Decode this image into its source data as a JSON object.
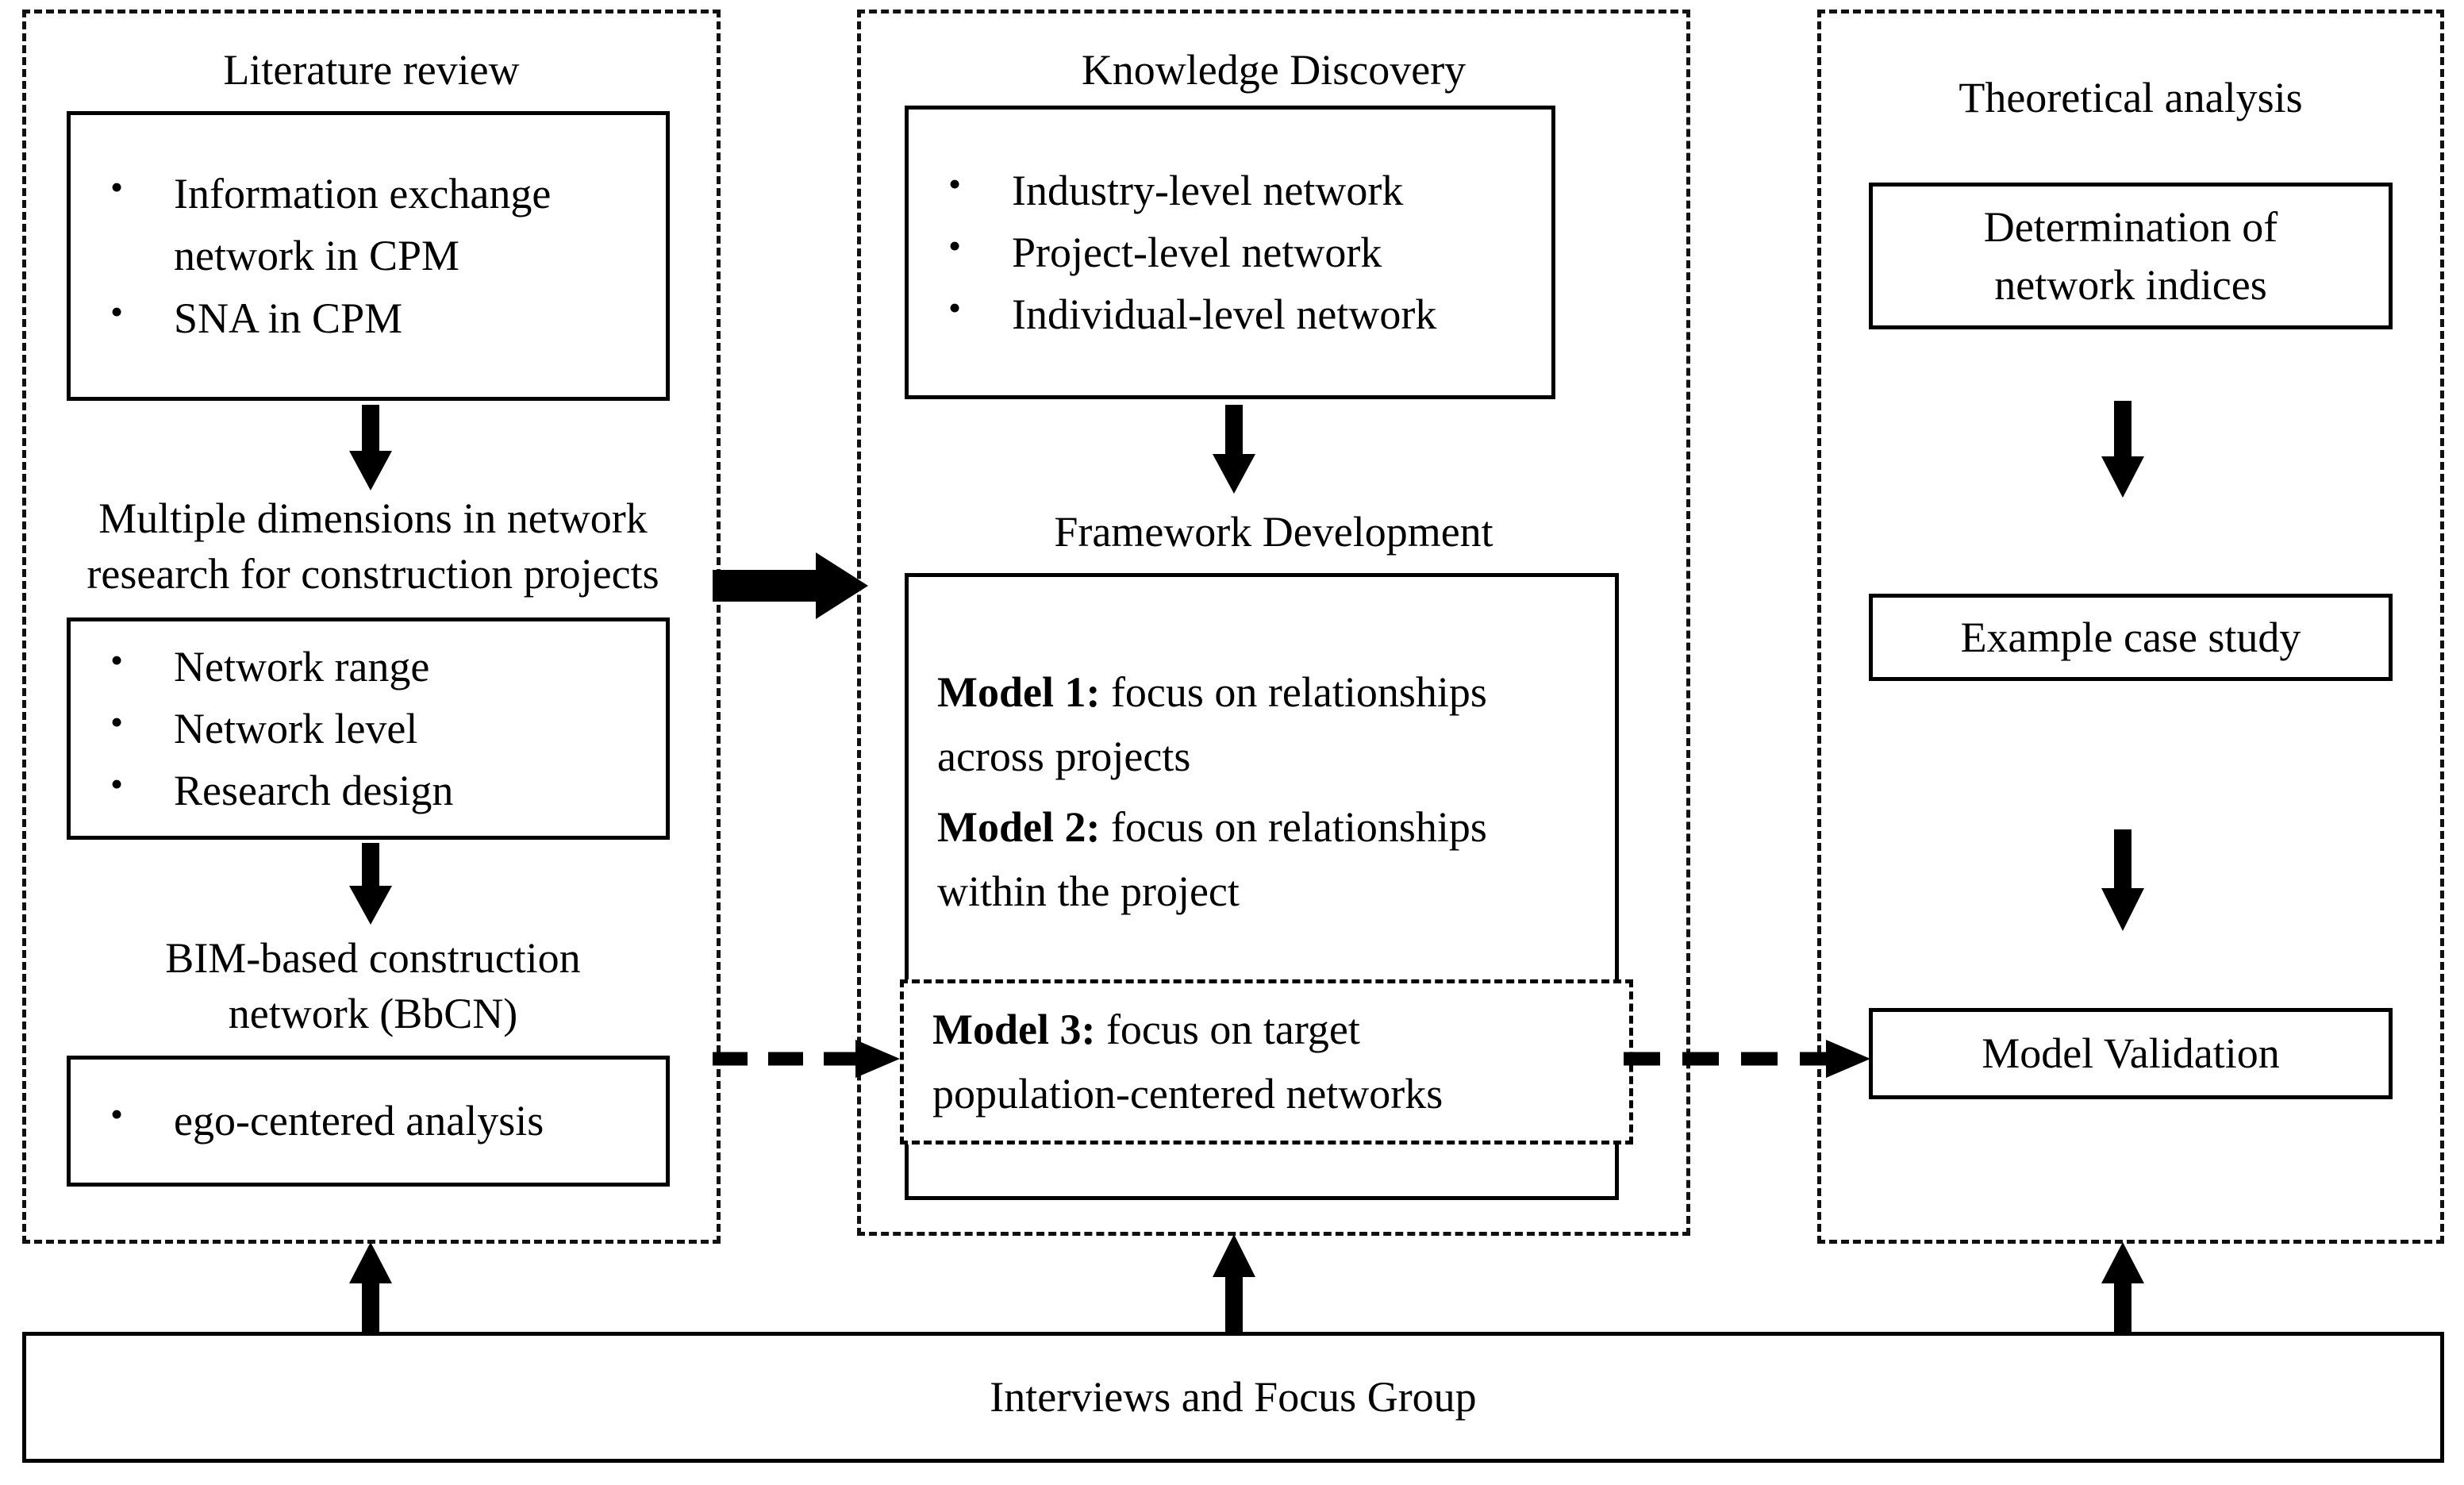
{
  "diagram": {
    "title": "Research framework flowchart",
    "columns": [
      {
        "id": "literature-review",
        "title": "Literature review",
        "blocks": [
          {
            "kind": "bullet-box",
            "items": [
              "Information exchange",
              "network in CPM",
              "SNA in CPM"
            ],
            "bullet_items": [
              "Information exchange network in CPM",
              "SNA in CPM"
            ]
          },
          {
            "kind": "caption",
            "lines": [
              "Multiple dimensions in network",
              "research for construction projects"
            ]
          },
          {
            "kind": "bullet-box",
            "bullet_items": [
              "Network range",
              "Network level",
              "Research design"
            ]
          },
          {
            "kind": "caption",
            "lines": [
              "BIM-based construction",
              "network (BbCN)"
            ]
          },
          {
            "kind": "bullet-box",
            "bullet_items": [
              "ego-centered analysis"
            ]
          }
        ]
      },
      {
        "id": "knowledge-discovery",
        "title": "Knowledge Discovery",
        "blocks": [
          {
            "kind": "bullet-box",
            "bullet_items": [
              "Industry-level network",
              "Project-level network",
              "Individual-level network"
            ]
          },
          {
            "kind": "caption",
            "lines": [
              "Framework Development"
            ]
          },
          {
            "kind": "model-box",
            "models": [
              {
                "label": "Model 1:",
                "text": "focus on relationships",
                "text2": "across projects"
              },
              {
                "label": "Model 2:",
                "text": "focus on relationships",
                "text2": "within the project"
              }
            ]
          },
          {
            "kind": "model-dashed-box",
            "models": [
              {
                "label": "Model 3:",
                "text": "focus on target",
                "text2": "population-centered networks"
              }
            ]
          }
        ]
      },
      {
        "id": "theoretical-analysis",
        "title": "Theoretical analysis",
        "blocks": [
          {
            "kind": "box",
            "lines": [
              "Determination of",
              "network indices"
            ]
          },
          {
            "kind": "box",
            "lines": [
              "Example case study"
            ]
          },
          {
            "kind": "box",
            "lines": [
              "Model Validation"
            ]
          }
        ]
      }
    ],
    "footer": {
      "label": "Interviews and Focus Group"
    },
    "labels": {
      "literature_review": "Literature review",
      "knowledge_discovery": "Knowledge Discovery",
      "theoretical_analysis": "Theoretical analysis",
      "lr_b1_i1": "Information exchange",
      "lr_b1_i1b": "network in CPM",
      "lr_b1_i2": "SNA in CPM",
      "lr_cap1_l1": "Multiple dimensions in network",
      "lr_cap1_l2": "research for construction projects",
      "lr_b2_i1": "Network range",
      "lr_b2_i2": "Network level",
      "lr_b2_i3": "Research design",
      "lr_cap2_l1": "BIM-based construction",
      "lr_cap2_l2": "network (BbCN)",
      "lr_b3_i1": "ego-centered analysis",
      "kd_b1_i1": "Industry-level network",
      "kd_b1_i2": "Project-level network",
      "kd_b1_i3": "Individual-level network",
      "kd_cap1": "Framework Development",
      "m1_label": "Model 1:",
      "m1_text": " focus on relationships",
      "m1_text2": "across projects",
      "m2_label": "Model 2:",
      "m2_text": " focus on relationships",
      "m2_text2": "within the project",
      "m3_label": "Model 3:",
      "m3_text": " focus on target",
      "m3_text2": "population-centered networks",
      "ta_b1_l1": "Determination of",
      "ta_b1_l2": "network indices",
      "ta_b2_l1": "Example case study",
      "ta_b3_l1": "Model Validation",
      "footer_label": "Interviews and Focus Group"
    },
    "colors": {
      "stroke": "#000000",
      "background": "#ffffff",
      "text": "#000000"
    }
  }
}
